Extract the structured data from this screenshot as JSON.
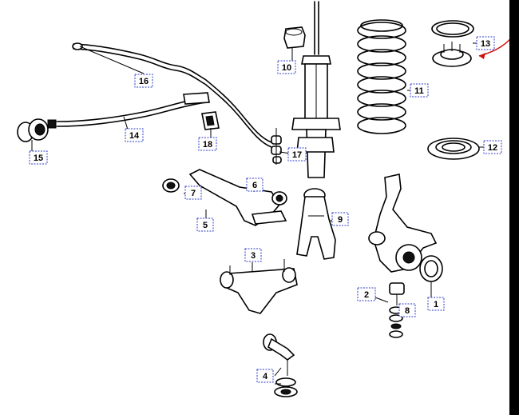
{
  "diagram": {
    "colors": {
      "ink": "#000000",
      "callout_border": "#2b3cc9",
      "pointer_arrow": "#cc1111",
      "background": "#ffffff"
    },
    "callouts": [
      "1",
      "2",
      "3",
      "4",
      "5",
      "6",
      "7",
      "8",
      "9",
      "10",
      "11",
      "12",
      "13",
      "14",
      "15",
      "16",
      "17",
      "18"
    ]
  }
}
